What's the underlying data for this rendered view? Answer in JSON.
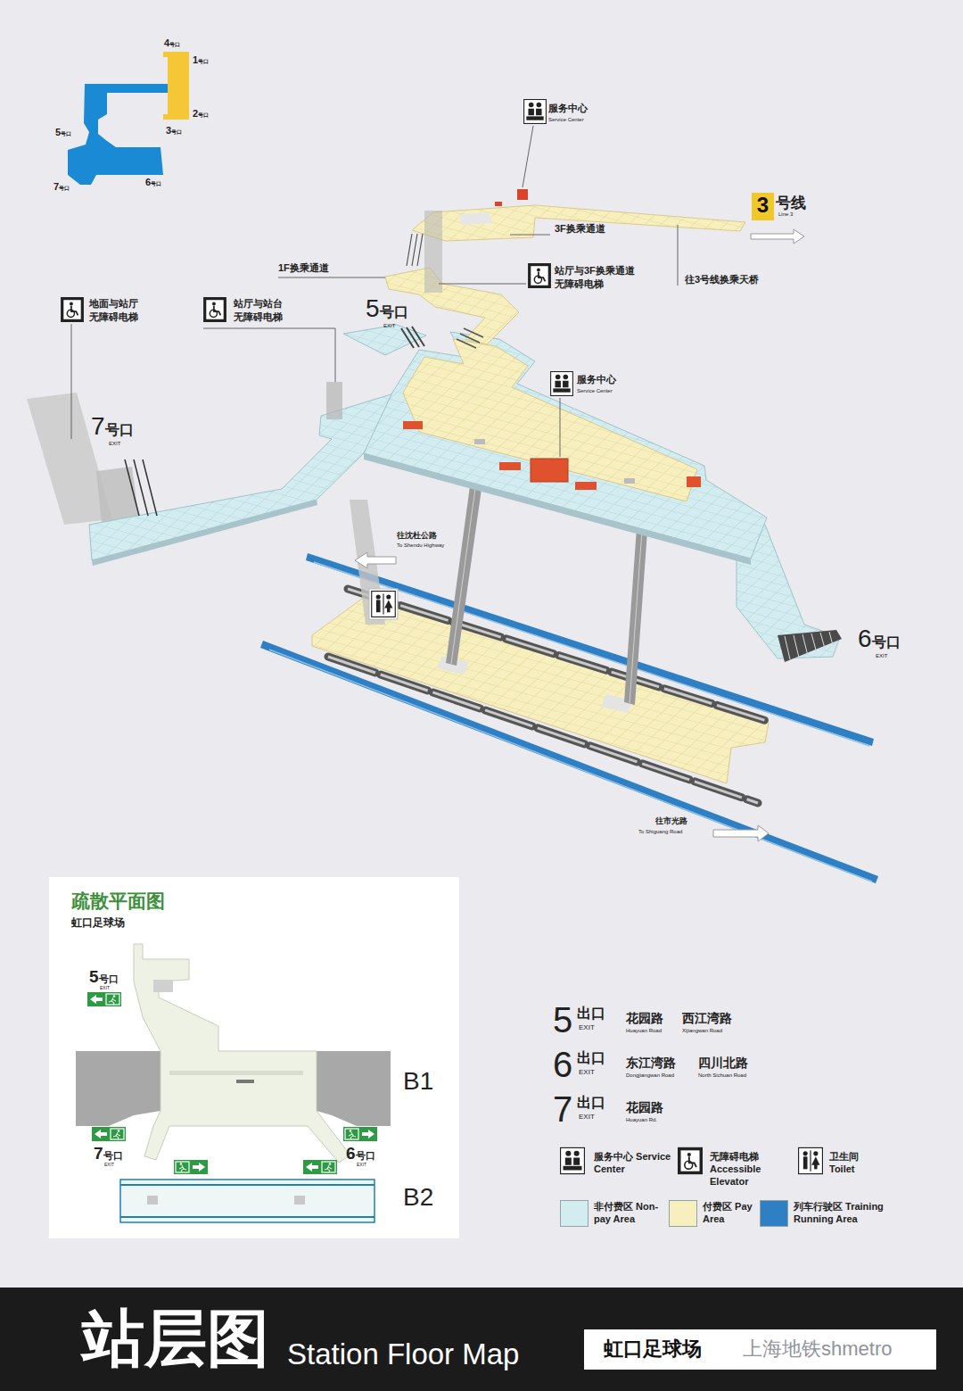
{
  "diagram": {
    "title": "站层图",
    "nodes": [
      {
        "text": [
          "3"
        ]
      },
      {
        "text": [
          "疏散平面图",
          "虹口足球场"
        ]
      },
      {
        "text": [
          "站层图",
          "Station Floor Map"
        ]
      },
      {
        "text": [
          "虹口足球场"
        ],
        "in": 2
      }
    ],
    "labels": [
      "4号口",
      "1号口",
      "5号口",
      "2号口",
      "3号口",
      "7号口",
      "6号口",
      "服务中心",
      "Service Center",
      "号线",
      "Line 3",
      "3F换乘通道",
      "1F换乘通道",
      "站厅与3F换乘通道 无障碍电梯",
      "往3号线换乘天桥",
      "地面与站厅 无障碍电梯",
      "站厅与站台 无障碍电梯",
      "5号口",
      "EXIT",
      "服务中心",
      "Service Center",
      "7号口",
      "EXIT",
      "往沈杜公路",
      "To Shendu Highway",
      "6号口",
      "EXIT",
      "往市光路",
      "To Shiguang Road",
      "5号口",
      "EXIT",
      "B1",
      "7号口",
      "EXIT",
      "6号口",
      "EXIT",
      "B2",
      "5",
      "出口",
      "EXIT",
      "花园路",
      "Huayuan Road",
      "西江湾路",
      "Xijiangwan Road",
      "6",
      "出口",
      "EXIT",
      "东江湾路",
      "Dongjiangwan Road",
      "四川北路",
      "North Sichuan Road",
      "7",
      "出口",
      "EXIT",
      "花园路",
      "Huayuan Rd.",
      "上海地铁shmetro"
    ],
    "legend": [
      {
        "text": "服务中心 Service Center"
      },
      {
        "text": "无障碍电梯 Accessible Elevator"
      },
      {
        "text": "卫生间 Toilet"
      },
      {
        "text": "非付费区 Non-pay Area",
        "color": "#d3ecf0"
      },
      {
        "text": "付费区 Pay Area",
        "color": "#f7efbe"
      },
      {
        "text": "列车行驶区 Training Running Area",
        "color": "#2f7fc4"
      }
    ]
  }
}
